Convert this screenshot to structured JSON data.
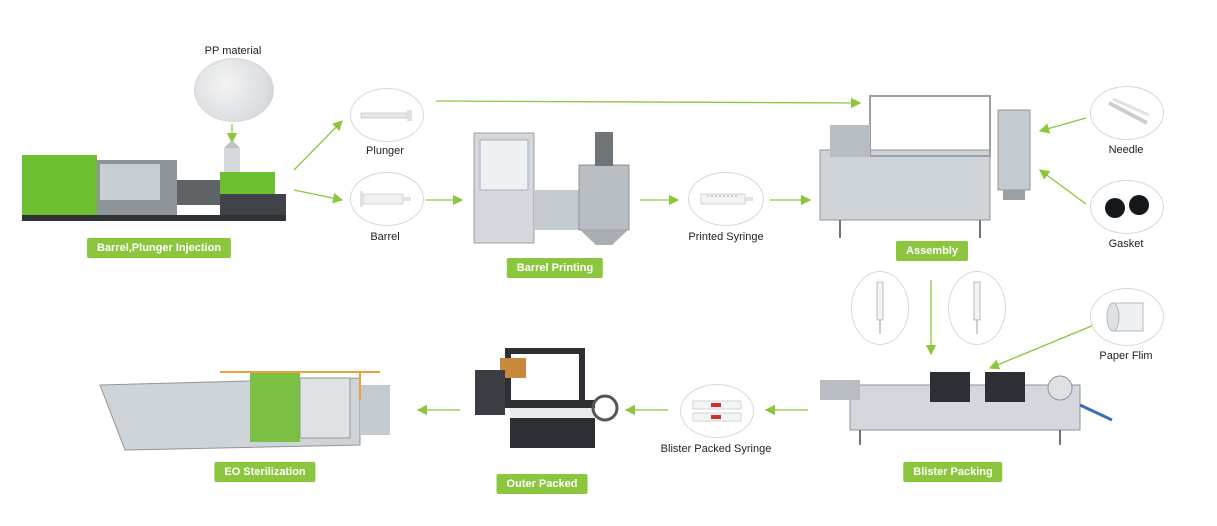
{
  "inputs": {
    "pp_material": "PP material",
    "plunger": "Plunger",
    "barrel": "Barrel",
    "printed_syringe": "Printed Syringe",
    "needle": "Needle",
    "gasket": "Gasket",
    "paper_film": "Paper Flim",
    "blister_packed_syringe": "Blister Packed Syringe"
  },
  "stages": {
    "injection": "Barrel,Plunger Injection",
    "printing": "Barrel Printing",
    "assembly": "Assembly",
    "blister": "Blister Packing",
    "outer": "Outer Packed",
    "eo": "EO Sterilization"
  },
  "colors": {
    "accent": "#8cc63f",
    "machine_green": "#6cbf2f",
    "steel": "#c9ced3"
  }
}
